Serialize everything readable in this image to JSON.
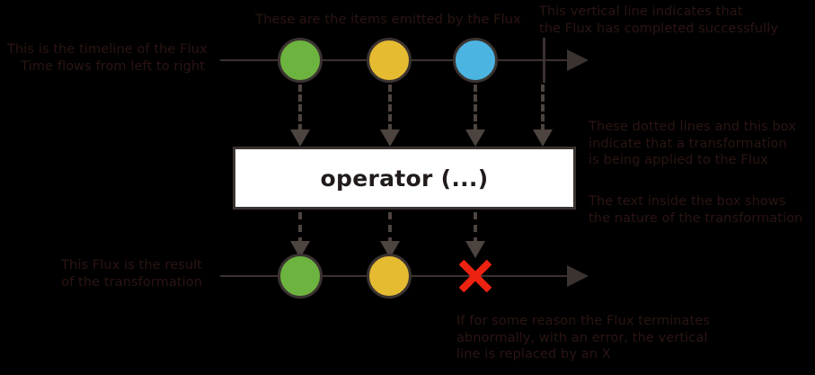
{
  "diagram": {
    "title": "Flux marble diagram",
    "colors": {
      "background": "#000000",
      "annotation_text": "#2b1512",
      "line": "#3b3330",
      "dashed": "#4d443f",
      "marble_green": "#6cb33f",
      "marble_yellow": "#e5bb31",
      "marble_blue": "#4bb4e0",
      "error_red": "#ee2211",
      "operator_box_fill": "#ffffff",
      "operator_text": "#211c1b"
    },
    "annotations": {
      "timeline": "This is the timeline of the Flux\nTime flows from left to right",
      "items_emitted": "These are the items emitted by the Flux",
      "completion": "This vertical line indicates that\nthe Flux has completed successfully",
      "transformation": "These dotted lines and this box\nindicate that a transformation\nis being applied to the Flux",
      "box_text_meaning": "The text inside the box shows\nthe nature of the transformation",
      "result_flux": "This Flux is the result\nof the transformation",
      "error_note": "If for some reason the Flux terminates\nabnormally, with an error, the vertical\nline is replaced by an X"
    },
    "operator": {
      "label": "operator (...)"
    },
    "source_timeline": {
      "marbles": [
        {
          "name": "marble-green",
          "color": "#6cb33f"
        },
        {
          "name": "marble-yellow",
          "color": "#e5bb31"
        },
        {
          "name": "marble-blue",
          "color": "#4bb4e0"
        }
      ],
      "terminator": "completion-bar"
    },
    "result_timeline": {
      "marbles": [
        {
          "name": "marble-green",
          "color": "#6cb33f"
        },
        {
          "name": "marble-yellow",
          "color": "#e5bb31"
        }
      ],
      "terminator": "error-x"
    }
  }
}
